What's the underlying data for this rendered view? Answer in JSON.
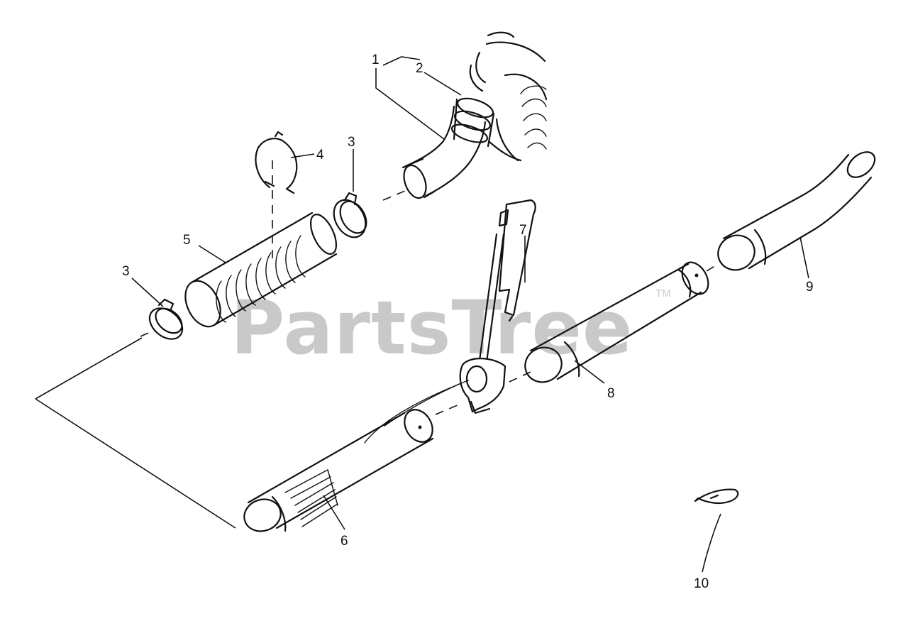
{
  "watermark": {
    "text": "PartsTree",
    "trademark": "TM"
  },
  "callouts": {
    "c1": "1",
    "c2": "2",
    "c3a": "3",
    "c3b": "3",
    "c4": "4",
    "c5": "5",
    "c6": "6",
    "c7": "7",
    "c8": "8",
    "c9": "9",
    "c10": "10"
  }
}
